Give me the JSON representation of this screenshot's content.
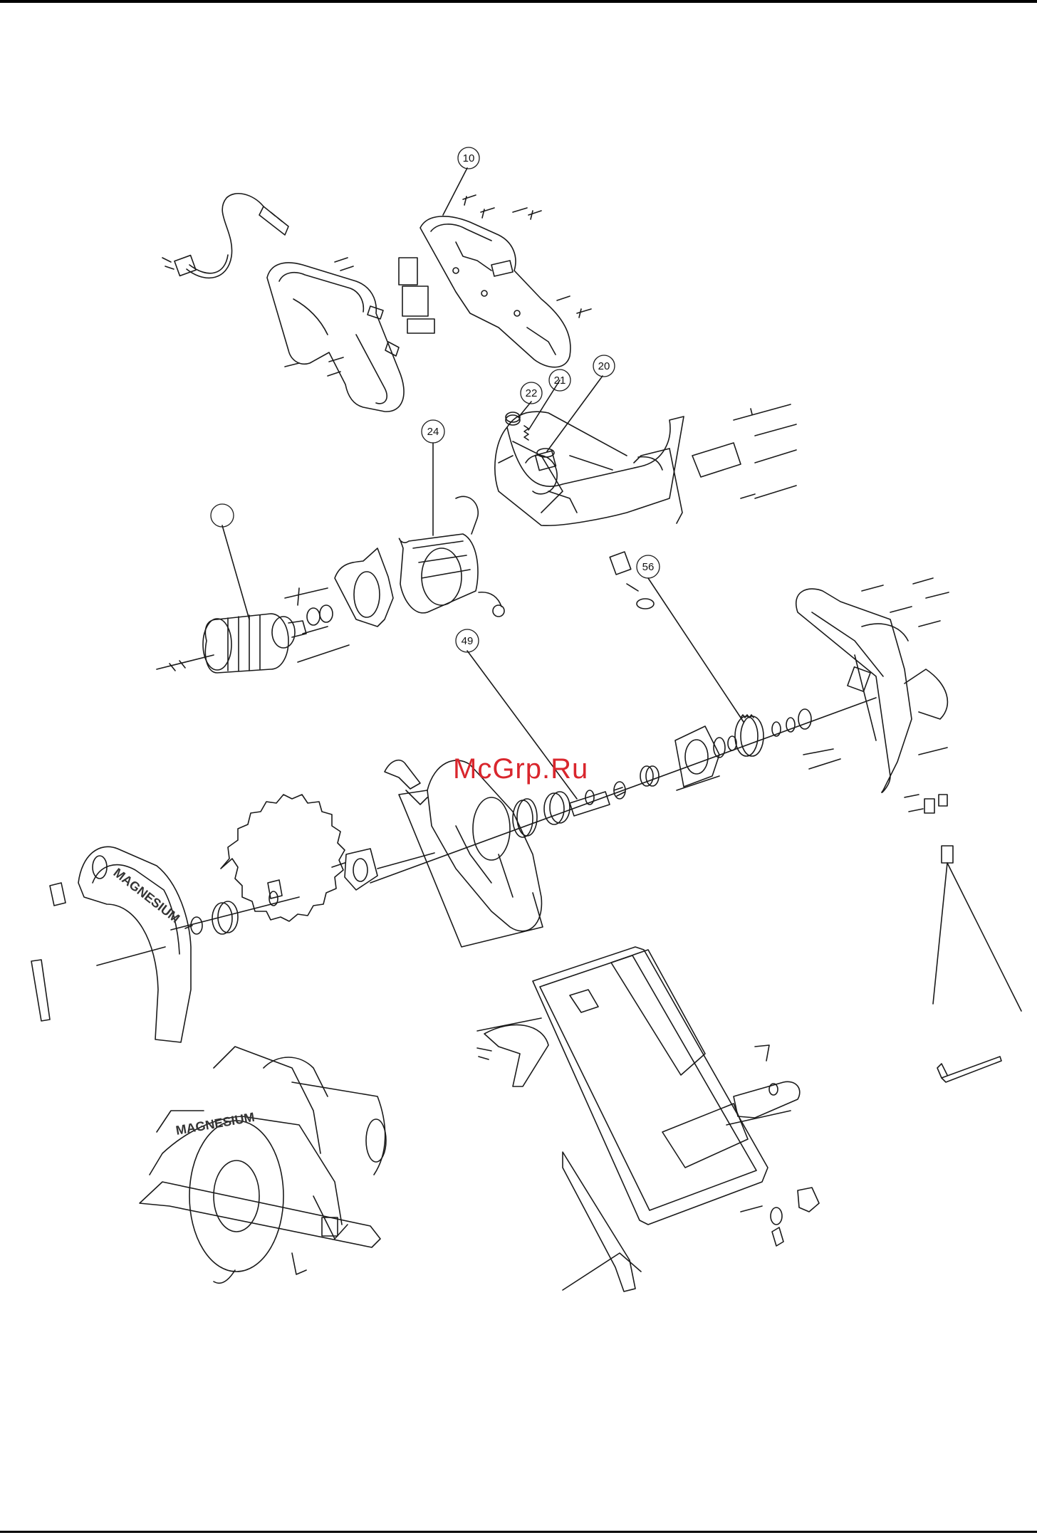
{
  "callouts": {
    "c10": "10",
    "c22": "22",
    "c21": "21",
    "c20": "20",
    "c24": "24",
    "c56": "56",
    "c49": "49",
    "blank": ""
  },
  "watermark": "McGrp.Ru",
  "brand": {
    "guard_label": "MAGNESIUM",
    "tool_label": "MAGNESIUM"
  },
  "colors": {
    "line": "#1a1a1a",
    "watermark": "#d9262d"
  }
}
